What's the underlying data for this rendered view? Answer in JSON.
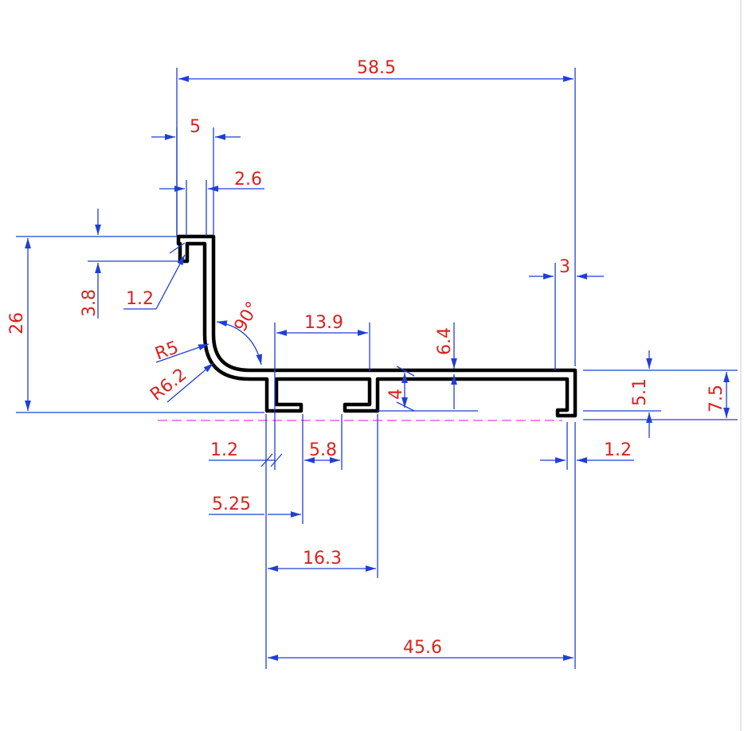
{
  "drawing": {
    "colors": {
      "dimension_line": "#1f3fd6",
      "dimension_text": "#d8231f",
      "profile_outline": "#000000",
      "reference_line": "#e040e0"
    },
    "dimensions": {
      "overall_width": "58.5",
      "top_lip_width": "5",
      "wall_thickness_top": "2.6",
      "top_return_height": "3.8",
      "top_lip_thickness": "1.2",
      "overall_height": "26",
      "bend_angle": "90°",
      "inner_radius": "R5",
      "outer_radius": "R6.2",
      "channel_pitch": "13.9",
      "channel_depth_label": "6.4",
      "channel_height": "4",
      "end_thickness": "3",
      "end_height_inner": "5.1",
      "end_height_outer": "7.5",
      "foot_thickness": "1.2",
      "slot_opening": "5.8",
      "right_lip_thickness": "1.2",
      "first_leg_offset": "5.25",
      "second_leg_offset": "16.3",
      "base_width": "45.6"
    }
  }
}
